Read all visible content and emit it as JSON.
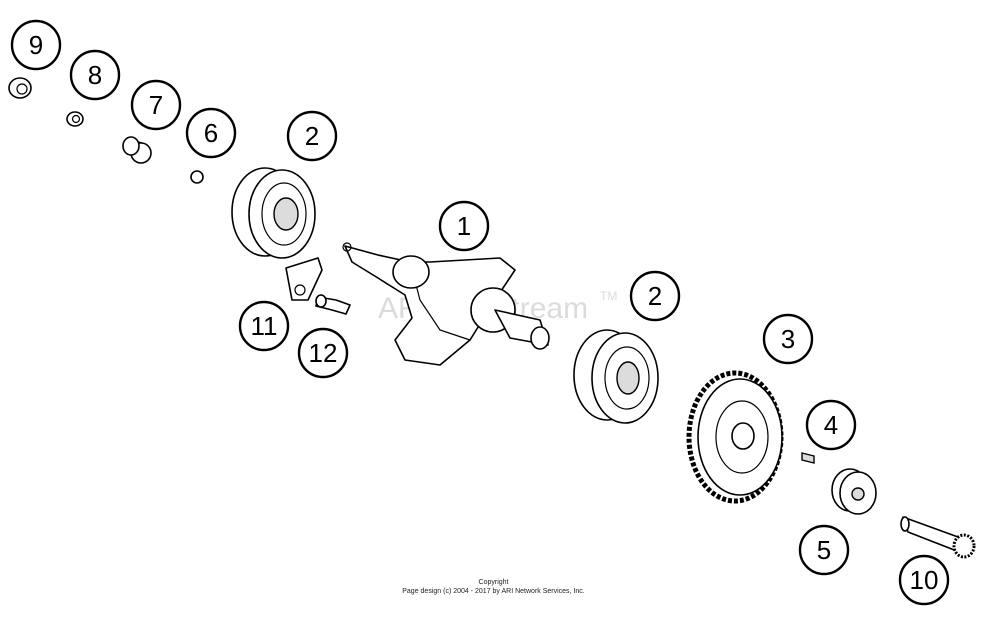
{
  "watermark": {
    "text": "ARI PartStream",
    "tm": "TM"
  },
  "footer": {
    "copyright": "Copyright",
    "page_design": "Page design (c) 2004 - 2017 by ARI Network Services, Inc."
  },
  "callouts": [
    "9",
    "8",
    "7",
    "6",
    "2",
    "1",
    "2",
    "3",
    "4",
    "11",
    "12",
    "5",
    "10"
  ]
}
